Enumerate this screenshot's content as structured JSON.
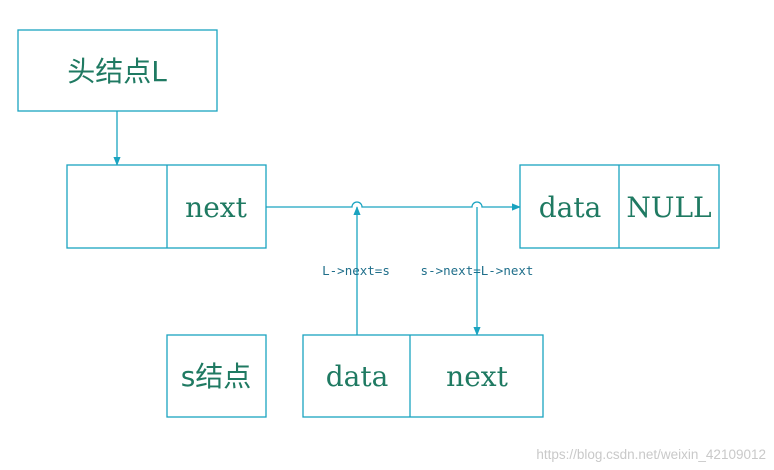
{
  "head_node": {
    "label": "头结点L"
  },
  "first_node": {
    "data": "",
    "next": "next"
  },
  "last_node": {
    "data": "data",
    "next": "NULL"
  },
  "new_node_label": "s结点",
  "new_node": {
    "data": "data",
    "next": "next"
  },
  "annotations": {
    "link_to_s": "L->next=s",
    "link_from_s": "s->next=L->next"
  },
  "watermark": "https://blog.csdn.net/weixin_42109012",
  "colors": {
    "box_stroke": "#1aa3c0",
    "label_text": "#1f7a62",
    "annotation_text": "#1f6e8a",
    "watermark_text": "#c9c9c9"
  }
}
